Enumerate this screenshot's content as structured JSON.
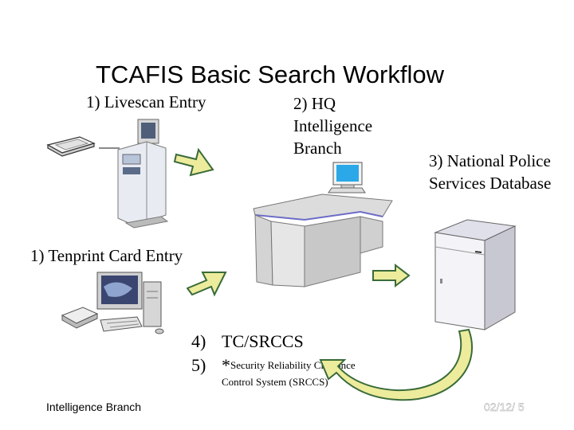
{
  "title": "TCAFIS Basic Search Workflow",
  "nodes": {
    "livescan": "1) Livescan Entry",
    "hq": [
      "2) HQ",
      "Intelligence",
      "Branch"
    ],
    "npsd": [
      "3) National Police",
      "Services Database"
    ],
    "tenprint": "1) Tenprint Card Entry"
  },
  "steps": [
    {
      "num": "4)",
      "text": "TC/SRCCS"
    },
    {
      "num": "5)",
      "lead": "*",
      "text": "Security Reliability Clearance"
    }
  ],
  "srccs_line2": "Control System (SRCCS)",
  "footer": {
    "left": "Intelligence Branch",
    "right": "02/12/ 5"
  },
  "colors": {
    "arrow_fill": "#ecec9c",
    "arrow_stroke": "#3a6b3a",
    "monitor_screen": "#2aa8e8"
  },
  "icons": [
    "scanner-icon",
    "livescan-kiosk-icon",
    "desk-workstation-icon",
    "server-cabinet-icon",
    "computer-workstation-icon"
  ]
}
